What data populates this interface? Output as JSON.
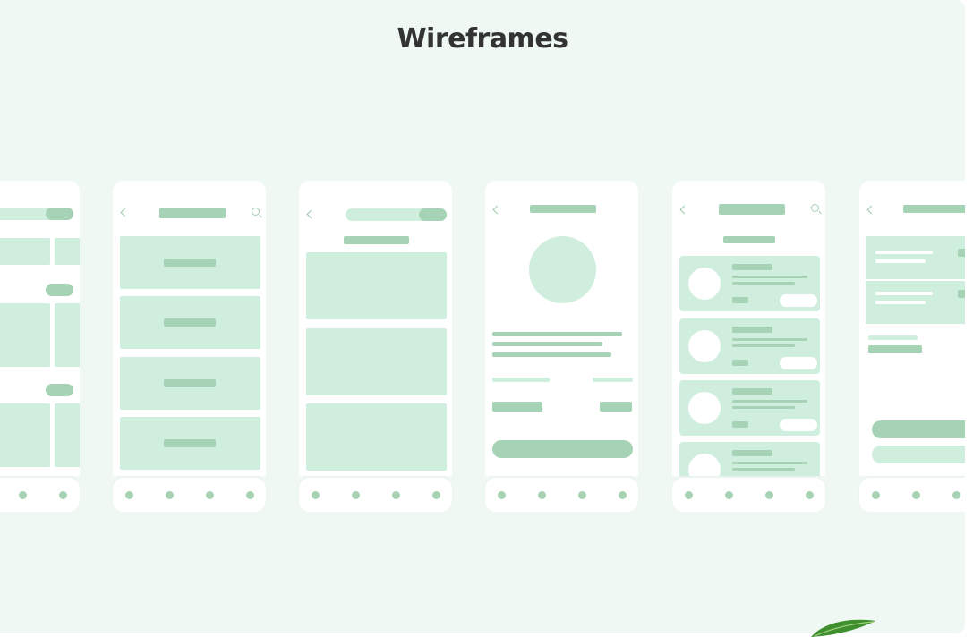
{
  "title": "Wireframes",
  "colors": {
    "background": "#eff8f2",
    "screen": "#ffffff",
    "light_block": "#cfeedd",
    "medium_block": "#a6d3b5",
    "title_text": "#333333"
  },
  "icons": [
    "back-chevron-icon",
    "search-icon",
    "nav-dot-icon",
    "leaf-icon"
  ],
  "screens": [
    {
      "name": "grid-screen"
    },
    {
      "name": "list-screen"
    },
    {
      "name": "feed-screen"
    },
    {
      "name": "profile-screen"
    },
    {
      "name": "card-list-screen"
    },
    {
      "name": "detail-screen"
    }
  ]
}
